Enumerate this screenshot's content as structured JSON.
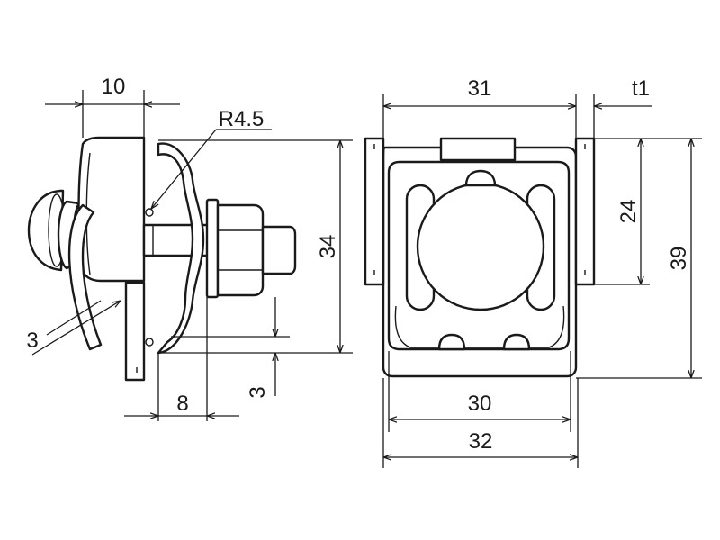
{
  "drawing": {
    "side_view": {
      "dim_width": "10",
      "dim_radius": "R4.5",
      "dim_height": "34",
      "dim_sheet": "3",
      "dim_gap": "8",
      "dim_offset": "3"
    },
    "front_view": {
      "dim_width_top": "31",
      "dim_thickness": "t1",
      "dim_inner_height": "24",
      "dim_total_height": "39",
      "dim_width_30": "30",
      "dim_width_32": "32"
    }
  }
}
